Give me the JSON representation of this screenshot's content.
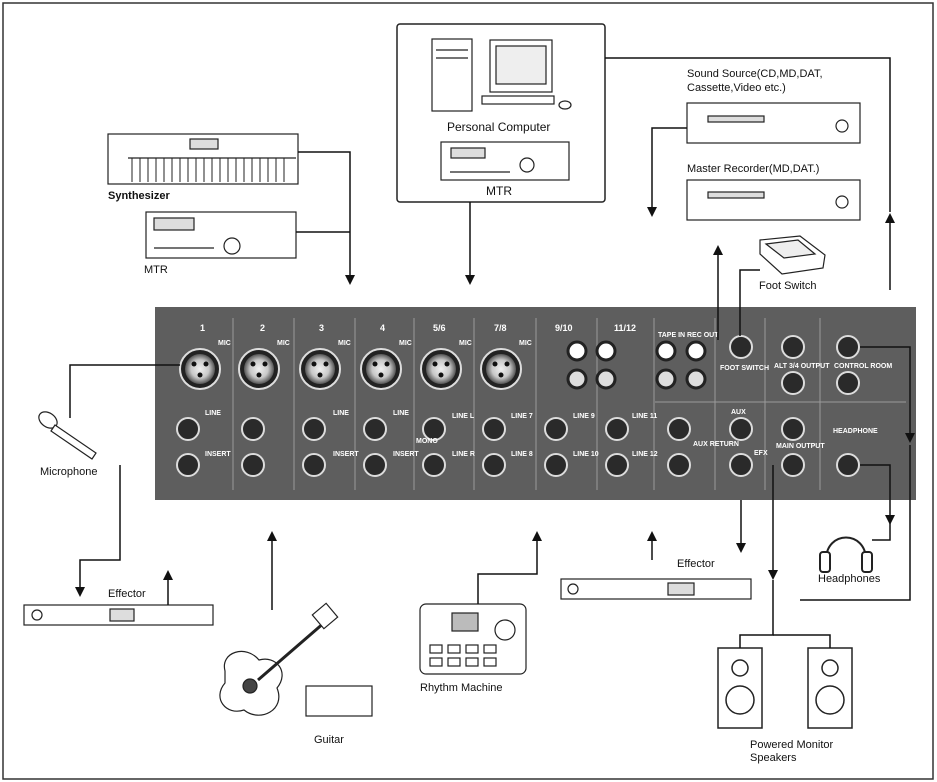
{
  "devices": {
    "personal_computer": "Personal Computer",
    "mtr_top": "MTR",
    "synthesizer": "Synthesizer",
    "mtr_left": "MTR",
    "sound_source": "Sound Source(CD,MD,DAT,\nCassette,Video etc.)",
    "master_recorder": "Master Recorder(MD,DAT.)",
    "foot_switch": "Foot Switch",
    "microphone": "Microphone",
    "effector_left": "Effector",
    "effector_right": "Effector",
    "guitar": "Guitar",
    "rhythm_machine": "Rhythm Machine",
    "headphones": "Headphones",
    "powered_monitor_speakers": "Powered Monitor\nSpeakers"
  },
  "mixer": {
    "channel_labels": [
      "1",
      "2",
      "3",
      "4",
      "5/6",
      "7/8",
      "9/10",
      "11/12"
    ],
    "mic_label": "MIC",
    "jack_labels": {
      "line": "LINE",
      "insert": "INSERT",
      "line_l": "LINE L",
      "line_r": "LINE R",
      "line_7": "LINE 7",
      "line_8": "LINE 8",
      "line_9": "LINE 9",
      "line_10": "LINE 10",
      "line_11": "LINE 11",
      "line_12": "LINE 12",
      "mono": "MONO",
      "tape_in": "TAPE IN",
      "rec_out": "REC OUT",
      "foot_switch": "FOOT SWITCH",
      "aux": "AUX",
      "efx": "EFX",
      "aux_return": "AUX RETURN",
      "alt_out": "ALT 3/4 OUTPUT",
      "control_room": "CONTROL ROOM",
      "main_output": "MAIN OUTPUT",
      "headphone": "HEADPHONE"
    }
  }
}
